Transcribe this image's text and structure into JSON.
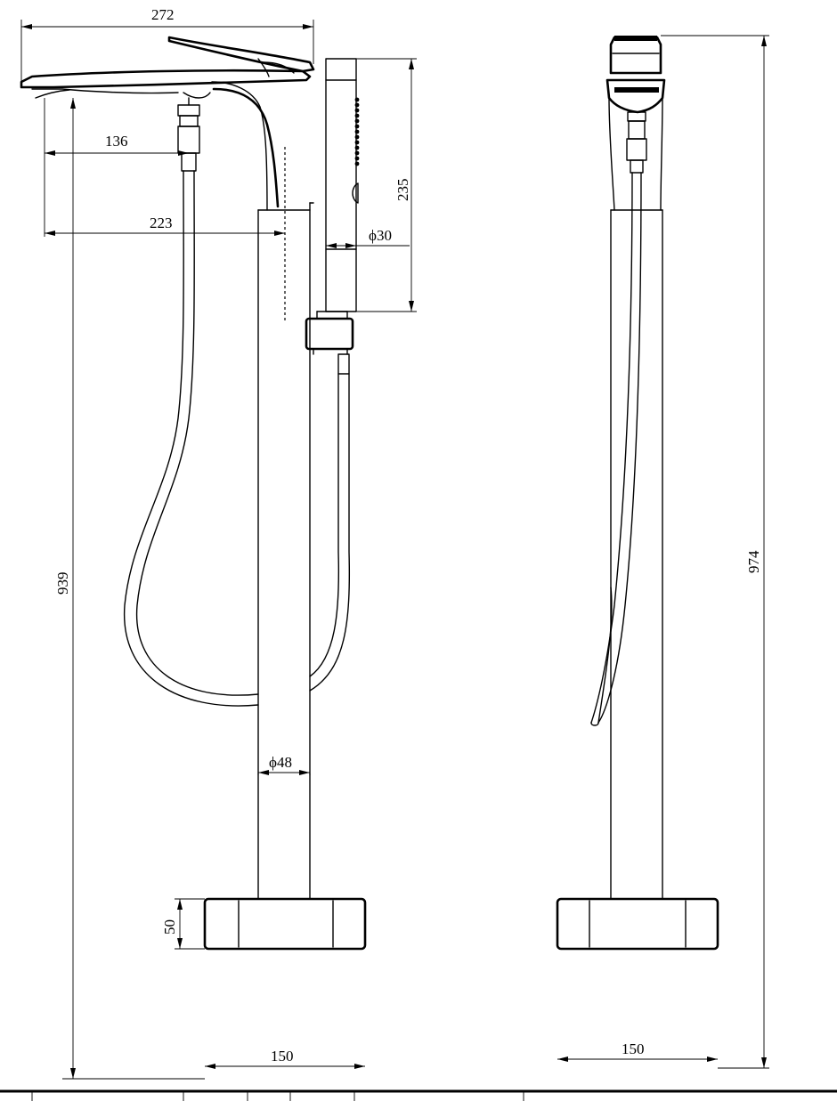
{
  "drawing": {
    "front_view": {
      "overall_width": "272",
      "spout_to_hose_axis": "136",
      "spout_to_column_axis": "223",
      "spout_height": "939",
      "column_diameter": "ϕ48",
      "base_width": "150",
      "base_height": "50"
    },
    "hand_shower": {
      "length": "235",
      "diameter": "ϕ30"
    },
    "side_view": {
      "overall_height": "974",
      "base_width": "150"
    }
  }
}
